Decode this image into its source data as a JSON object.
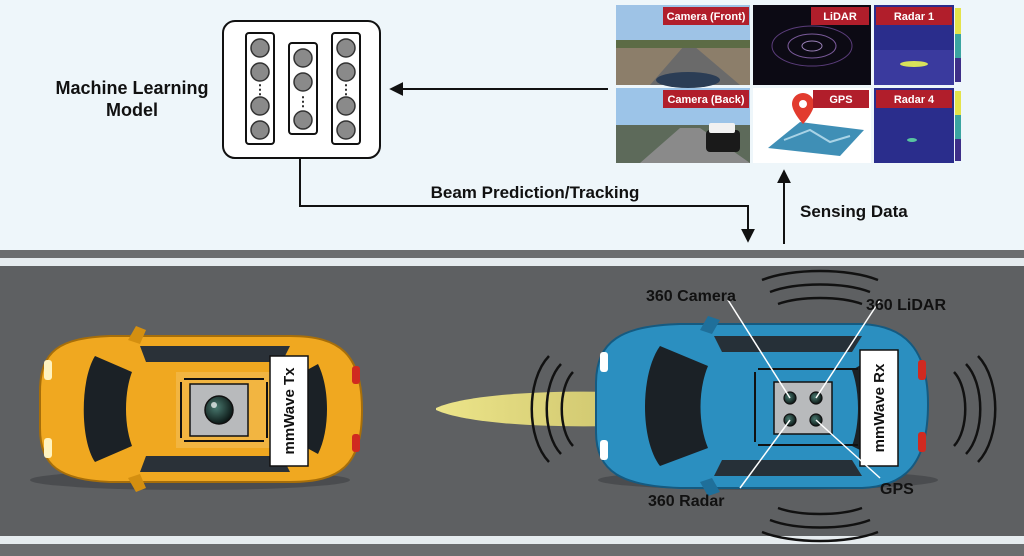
{
  "model": {
    "label_line1": "Machine Learning",
    "label_line2": "Model"
  },
  "links": {
    "prediction": "Beam Prediction/Tracking",
    "sensing": "Sensing Data"
  },
  "sensors": {
    "camera_front": "Camera (Front)",
    "lidar": "LiDAR",
    "radar1": "Radar 1",
    "camera_back": "Camera (Back)",
    "gps": "GPS",
    "radar4": "Radar 4"
  },
  "tx": {
    "label": "mmWave Tx"
  },
  "rx": {
    "label": "mmWave Rx",
    "camera": "360 Camera",
    "lidar": "360 LiDAR",
    "radar": "360 Radar",
    "gps": "GPS"
  },
  "colors": {
    "tag_red": "#b11e2b",
    "road": "#5e6062",
    "tx_car": "#f0a820",
    "rx_car": "#2b8fc0",
    "beam": "#ece27a"
  }
}
